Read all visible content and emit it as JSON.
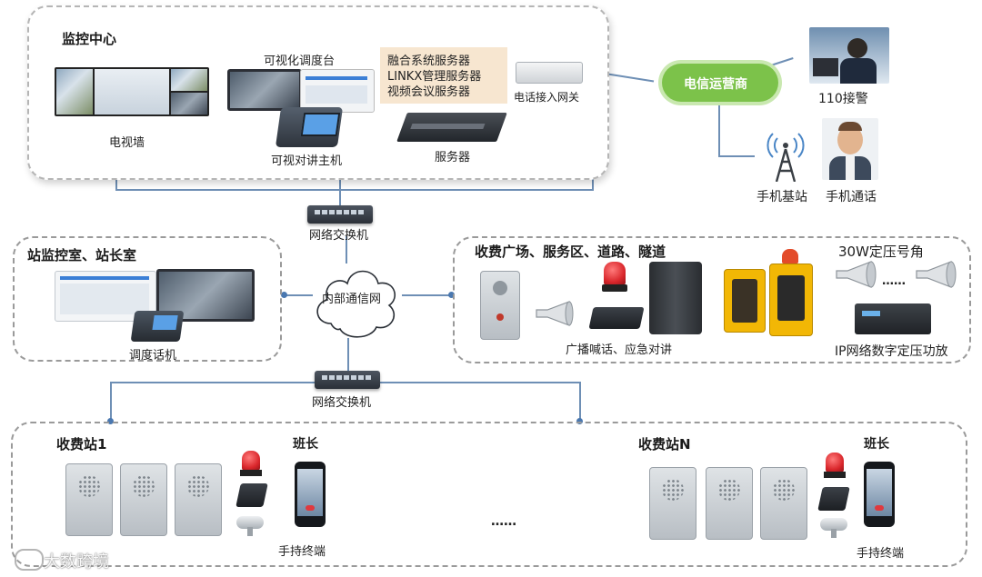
{
  "monitoring_center": {
    "title": "监控中心",
    "tv_wall": "电视墙",
    "dispatch_console": "可视化调度台",
    "intercom_host": "可视对讲主机",
    "server_list": [
      "融合系统服务器",
      "LINKX管理服务器",
      "视频会议服务器"
    ],
    "server": "服务器",
    "phone_gateway": "电话接入网关"
  },
  "telecom": {
    "operator": "电信运营商",
    "police": "110接警",
    "base_station": "手机基站",
    "mobile_call": "手机通话"
  },
  "network": {
    "switch_top": "网络交换机",
    "switch_bottom": "网络交换机",
    "internal_net": "内部通信网"
  },
  "station_room": {
    "title": "站监控室、站长室",
    "dispatch_phone": "调度话机"
  },
  "plaza": {
    "title": "收费广场、服务区、道路、隧道",
    "horn": "30W定压号角",
    "dots": "……",
    "broadcast": "广播喊话、应急对讲",
    "amplifier": "IP网络数字定压功放"
  },
  "toll_stations": [
    {
      "title": "收费站1",
      "leader": "班长",
      "handheld": "手持终端"
    },
    {
      "title": "收费站N",
      "leader": "班长",
      "handheld": "手持终端"
    }
  ],
  "middle_dots": "……",
  "watermark": "大数跨境",
  "colors": {
    "operator_green": "#7cc24a",
    "line_blue": "#6e8fb5",
    "tag_bg": "#f7e6d0",
    "beacon_red": "#d9262b",
    "yellow_box": "#f2b705"
  }
}
